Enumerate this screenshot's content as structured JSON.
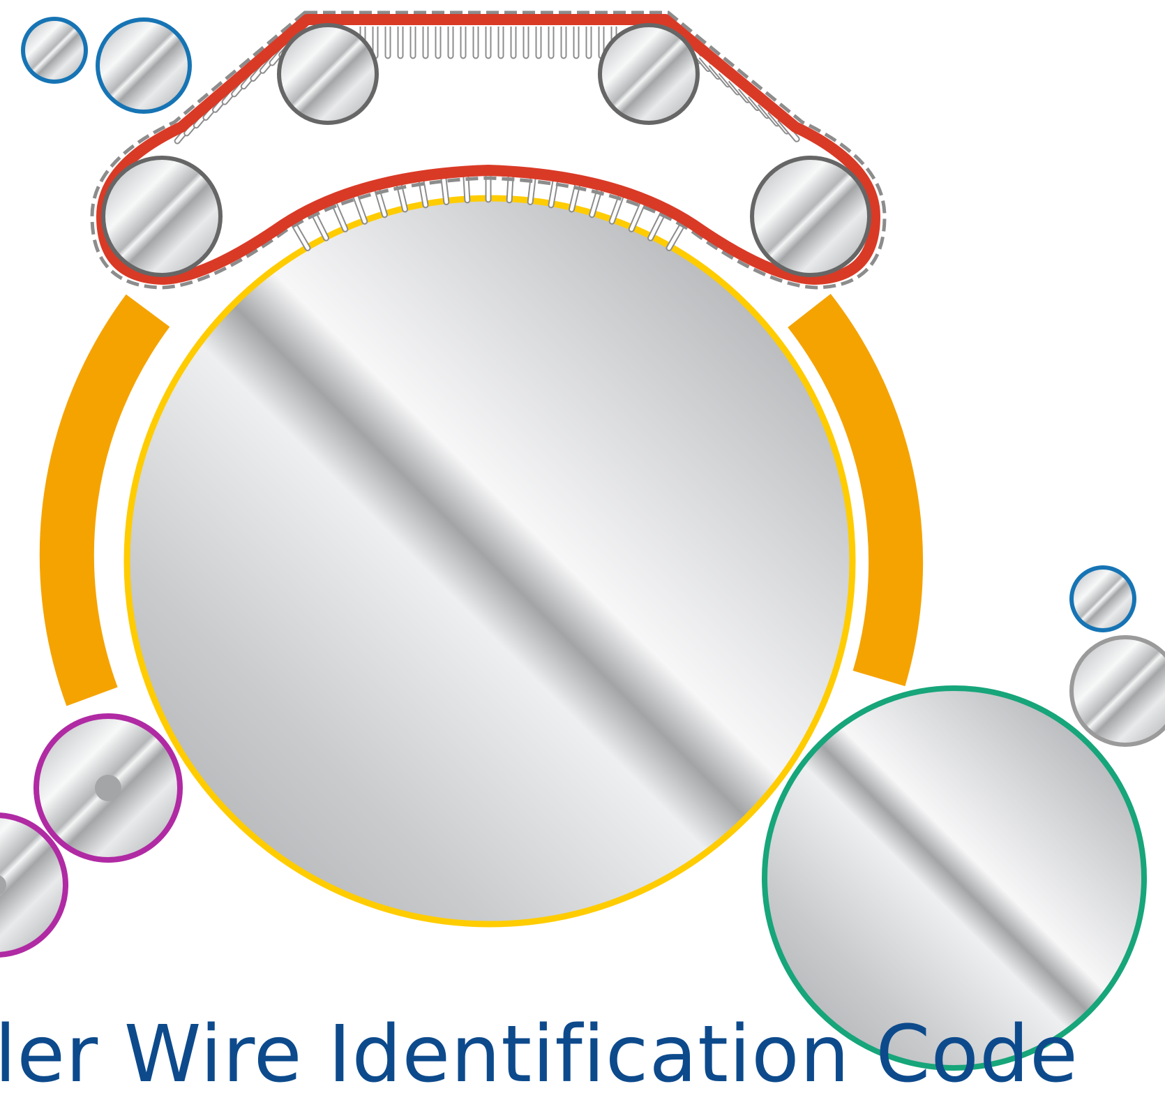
{
  "caption": "ller Wire Identification Code",
  "colors": {
    "caption": "#0d4a8c",
    "belt": "#d93a26",
    "belt_dash": "#8c8c8c",
    "roller_outline_gray": "#666666",
    "main_cylinder_outline": "#ffcc00",
    "arc_segments": "#f5a300",
    "blue_rollers": "#1674b4",
    "magenta_rollers": "#b02aa3",
    "green_roller": "#17a57a",
    "light_gray_roller": "#9a9a9a",
    "wire_teeth": "#8c8c8c"
  },
  "components": [
    {
      "name": "main-cylinder",
      "outline": "yellow",
      "icon": "metal-roller"
    },
    {
      "name": "doffer-roller",
      "outline": "green",
      "icon": "metal-roller"
    },
    {
      "name": "flat-belt",
      "outline": "red",
      "icon": "wire-belt"
    },
    {
      "name": "licker-rollers",
      "outline": "magenta",
      "icon": "metal-roller"
    },
    {
      "name": "small-rollers",
      "outline": "blue",
      "icon": "metal-roller"
    }
  ]
}
